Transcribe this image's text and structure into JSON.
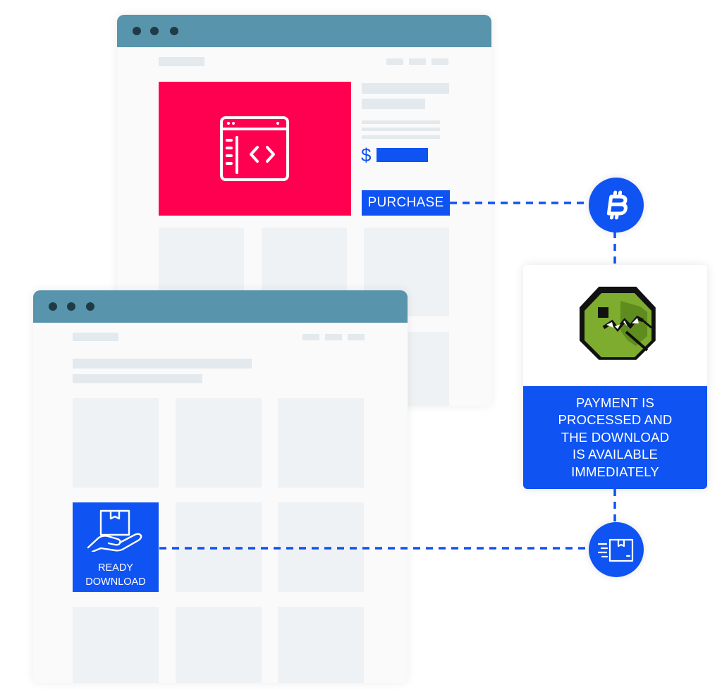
{
  "purchase_button": {
    "label": "PURCHASE",
    "currency_symbol": "$"
  },
  "info_card": {
    "caption_lines": [
      "PAYMENT IS",
      "PROCESSED AND",
      "THE DOWNLOAD",
      "IS AVAILABLE",
      "IMMEDIATELY"
    ]
  },
  "ready_download": {
    "lines": [
      "READY",
      "DOWNLOAD"
    ]
  },
  "icons": {
    "product": "code-window-icon",
    "payment": "bitcoin-icon",
    "processor": "green-crocodile-logo",
    "delivery": "fast-delivery-box-icon",
    "ready": "hand-holding-box-icon"
  },
  "colors": {
    "accent_blue": "#0f53f2",
    "product_red": "#ff0050",
    "titlebar": "#5894ab",
    "titlebar_dots": "#203b46",
    "logo_green": "#7dac2f"
  }
}
